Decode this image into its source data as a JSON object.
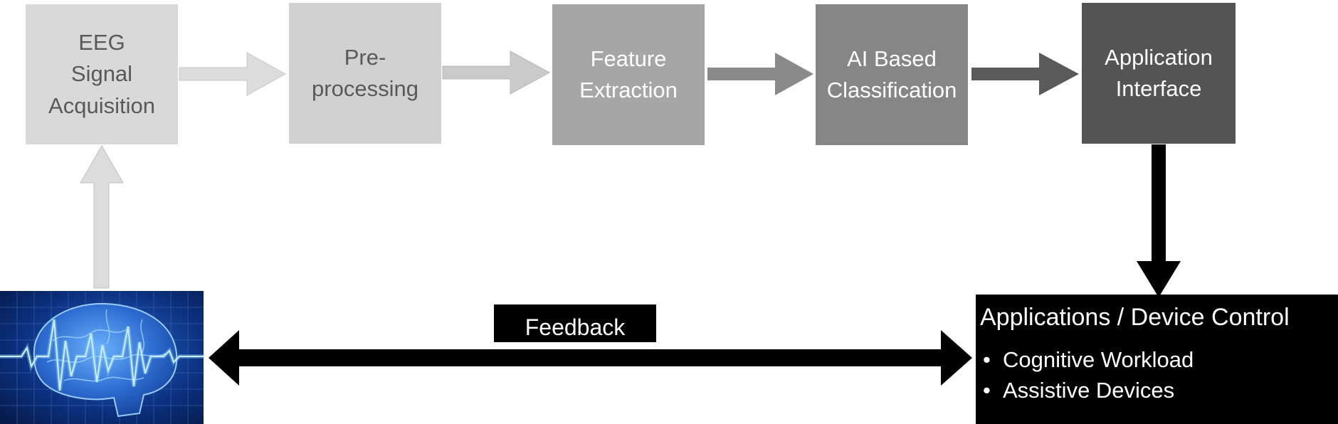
{
  "pipeline": {
    "steps": [
      {
        "label": "EEG\nSignal\nAcquisition",
        "color": "#d9d9d9"
      },
      {
        "label": "Pre-\nprocessing",
        "color": "#d1d1d1"
      },
      {
        "label": "Feature\nExtraction",
        "color": "#a6a6a6"
      },
      {
        "label": "AI Based\nClassification",
        "color": "#868686"
      },
      {
        "label": "Application\nInterface",
        "color": "#545454"
      }
    ],
    "arrow_colors": [
      "#dcdcdc",
      "#cacaca",
      "#8a8a8a",
      "#5a5a5a"
    ]
  },
  "feedback": {
    "label": "Feedback"
  },
  "applications": {
    "title": "Applications / Device Control",
    "items": [
      "Cognitive Workload",
      "Assistive Devices"
    ]
  },
  "brain_image": {
    "icon": "brain-eeg-icon",
    "glow_color": "#8fd8ff",
    "background": "#0a2a66"
  }
}
